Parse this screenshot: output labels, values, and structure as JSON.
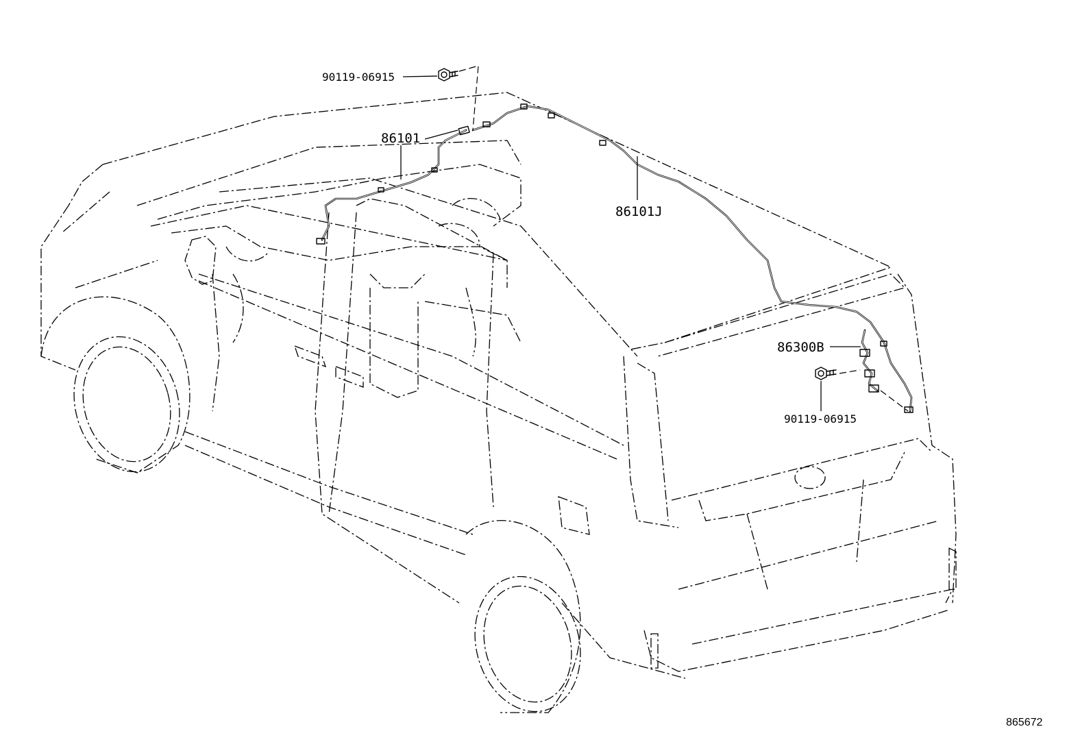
{
  "diagram": {
    "parts": [
      {
        "id": "bolt_top",
        "part_number": "90119-06915",
        "icon": "bolt-icon"
      },
      {
        "id": "harness_front",
        "part_number": "86101",
        "icon": "wire-harness-icon"
      },
      {
        "id": "harness_roof",
        "part_number": "86101J",
        "icon": "wire-harness-icon"
      },
      {
        "id": "harness_rear",
        "part_number": "86300B",
        "icon": "wire-harness-icon"
      },
      {
        "id": "bolt_rear",
        "part_number": "90119-06915",
        "icon": "bolt-icon"
      }
    ],
    "reference_code": "865672"
  }
}
